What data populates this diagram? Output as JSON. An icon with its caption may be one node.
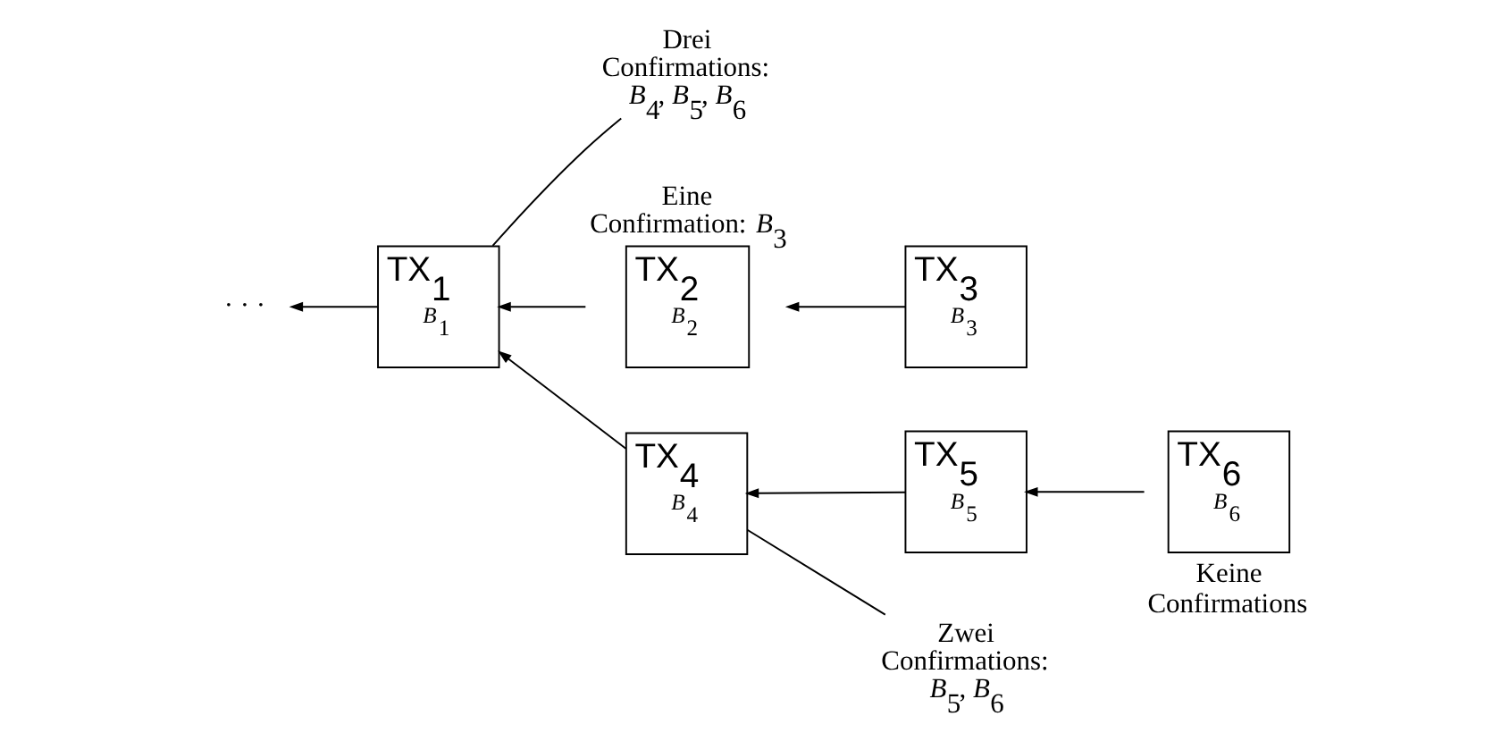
{
  "diagram": {
    "nodes": [
      {
        "text": [
          "Drei Confirmations: *B*$_{4}$, *B*$_{5}$, *B*$_{6}$"
        ]
      },
      {
        "text": [
          "· · ·"
        ]
      },
      {
        "text": [
          "TX$_{1}$",
          "*B*$_{1}$"
        ]
      },
      {
        "text": [
          "TX$_{2}$",
          "*B*$_{2}$"
        ],
        "beside": [
          "Eine Confirmation: *B*$_{3}$"
        ]
      },
      {
        "text": [
          "TX$_{3}$",
          "*B*$_{3}$"
        ]
      },
      {
        "text": [
          "TX$_{4}$",
          "*B*$_{4}$"
        ]
      },
      {
        "text": [
          "TX$_{5}$",
          "*B*$_{5}$"
        ]
      },
      {
        "text": [
          "TX$_{6}$",
          "*B*$_{6}$"
        ],
        "beside": [
          "Keine Confirmations"
        ]
      },
      {
        "text": [
          "Zwei Confirmations: *B*$_{5}$, *B*$_{6}$"
        ]
      }
    ],
    "edges": [
      {
        "from": 2,
        "to": 1,
        "arrow": "to"
      },
      {
        "from": 3,
        "to": 2,
        "arrow": "to"
      },
      {
        "from": 4,
        "to": 3,
        "arrow": "to"
      },
      {
        "from": 5,
        "to": 2,
        "arrow": "to"
      },
      {
        "from": 6,
        "to": 5,
        "arrow": "to"
      },
      {
        "from": 7,
        "to": 6,
        "arrow": "to"
      },
      {
        "from": 0,
        "to": 2,
        "arrow": "none"
      },
      {
        "from": 8,
        "to": 5,
        "arrow": "none"
      }
    ]
  }
}
